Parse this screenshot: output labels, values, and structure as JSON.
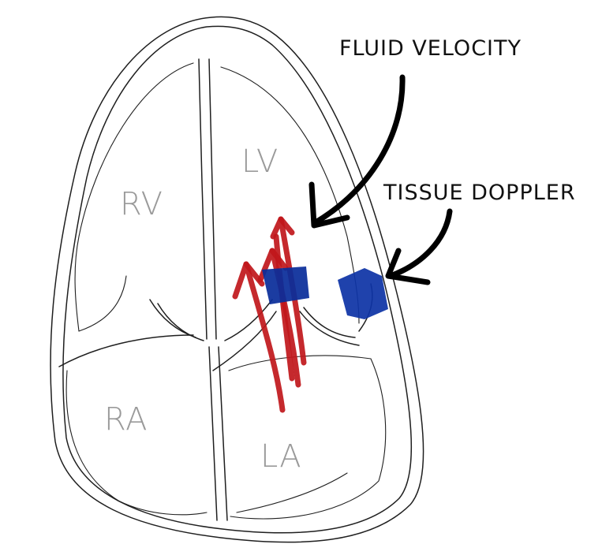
{
  "colors": {
    "flow_arrows": "#c0171b",
    "sample_volume": "#0a2d9a",
    "outline": "#1f1f1f",
    "chamber_text": "#9a9a9a",
    "annotation": "#111111"
  },
  "chambers": {
    "rv": "RV",
    "lv": "LV",
    "ra": "RA",
    "la": "LA"
  },
  "annotations": {
    "fluid_velocity": "FLUID VELOCITY",
    "tissue_doppler": "TISSUE DOPPLER"
  }
}
